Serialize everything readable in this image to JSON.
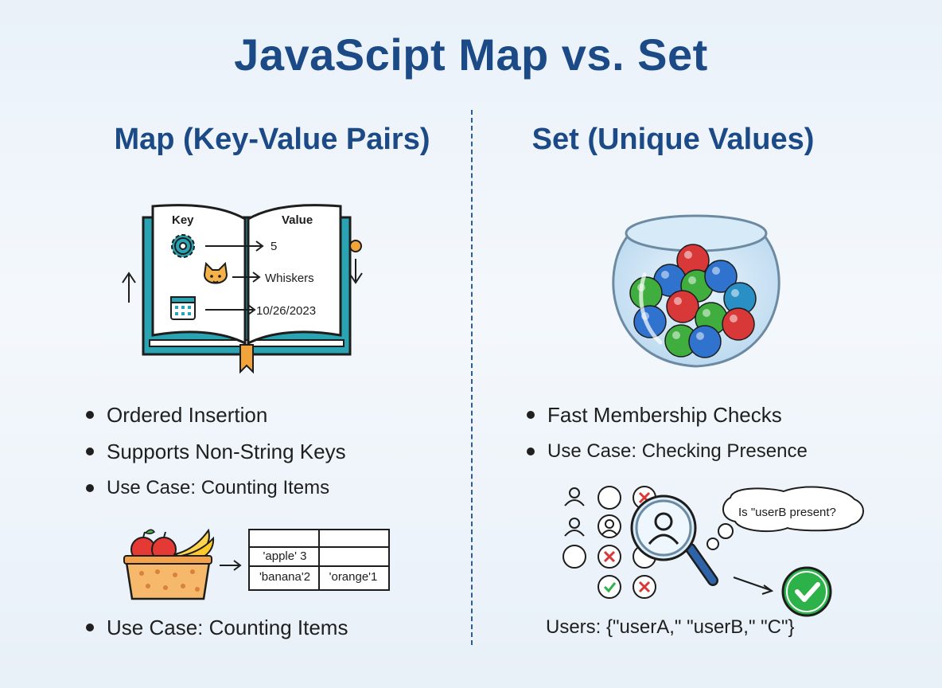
{
  "title": "JavaScipt Map vs. Set",
  "map": {
    "heading": "Map (Key-Value Pairs)",
    "book": {
      "key_header": "Key",
      "value_header": "Value",
      "entries": [
        {
          "icon": "gear-icon",
          "value": "5"
        },
        {
          "icon": "cat-icon",
          "value": "Whiskers"
        },
        {
          "icon": "calendar-icon",
          "value": "10/26/2023"
        }
      ]
    },
    "bullets": [
      "Ordered Insertion",
      "Supports Non-String Keys",
      "Use Case: Counting Items"
    ],
    "count_table": {
      "rows": [
        [
          "'apple' 3",
          ""
        ],
        [
          "'banana'2",
          "'orange'1"
        ]
      ]
    },
    "footer_bullet": "Use Case: Counting Items"
  },
  "set": {
    "heading": "Set (Unique Values)",
    "bullets": [
      "Fast Membership Checks",
      "Use Case: Checking Presence"
    ],
    "speech_bubble": "Is \"userB present?",
    "users_text": "Users: {\"userA,\" \"userB,\" \"C\"}"
  },
  "colors": {
    "heading": "#1b4a86",
    "teal": "#2aa3b3",
    "ball_red": "#d83838",
    "ball_blue": "#2f73cf",
    "ball_green": "#3fae3f",
    "check_green": "#2db24a"
  }
}
